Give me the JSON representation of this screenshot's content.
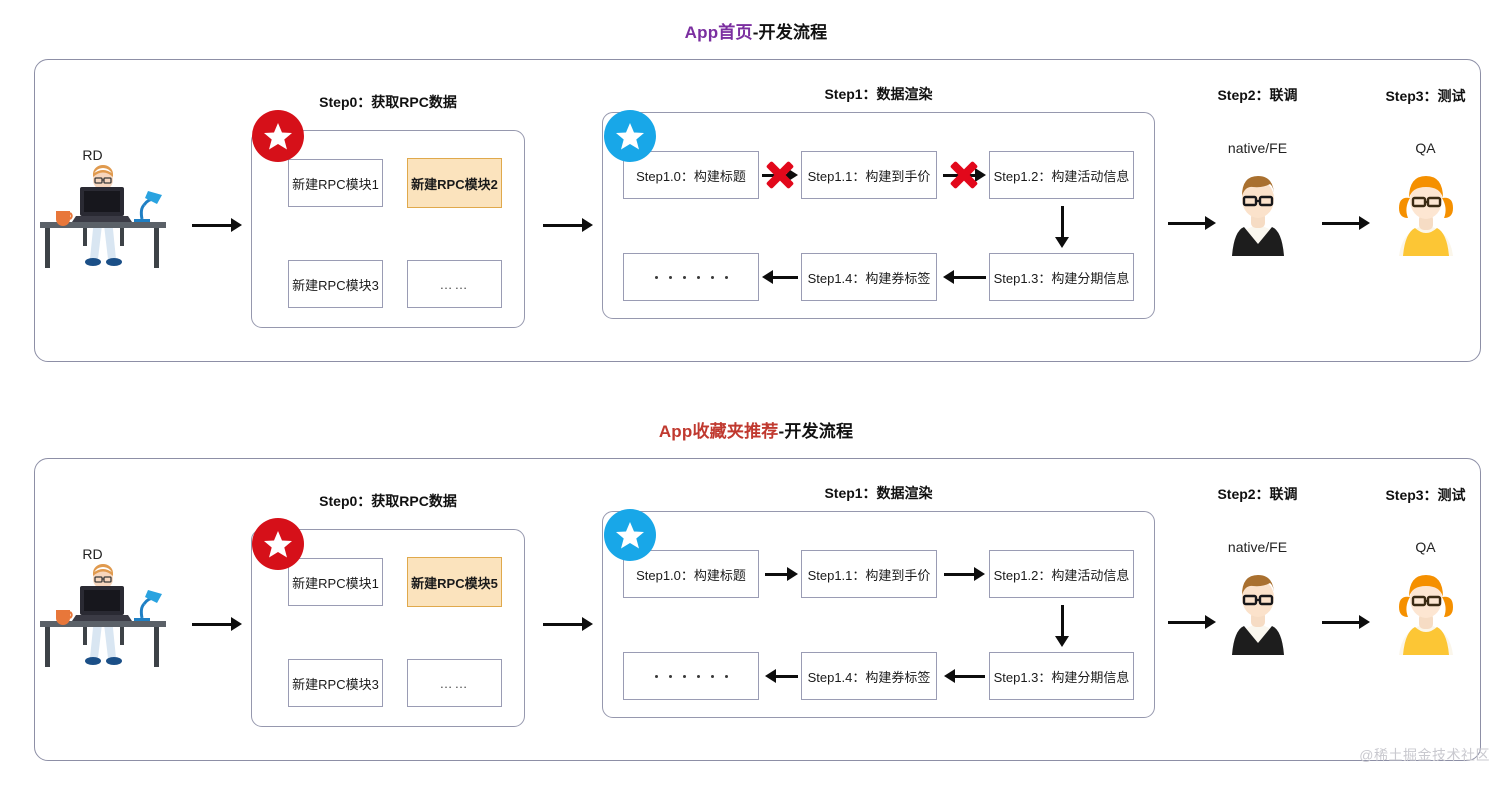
{
  "sections": [
    {
      "title_accent": "App首页",
      "title_rest": "-开发流程",
      "accent_color": "#7b2fa0",
      "role_start": "RD",
      "step0_header": "Step0：获取RPC数据",
      "step0_boxes": [
        "新建RPC模块1",
        "新建RPC模块2",
        "新建RPC模块3",
        "……"
      ],
      "step0_highlight_index": 1,
      "step1_header": "Step1：数据渲染",
      "step1_boxes": [
        "Step1.0：构建标题",
        "Step1.1：构建到手价",
        "Step1.2：构建活动信息",
        "Step1.3：构建分期信息",
        "Step1.4：构建券标签",
        "······"
      ],
      "blocked_links": [
        "step1.0-to-step1.1",
        "step1.1-to-step1.2"
      ],
      "step2_header": "Step2：联调",
      "step2_role": "native/FE",
      "step3_header": "Step3：测试",
      "step3_role": "QA"
    },
    {
      "title_accent": "App收藏夹推荐",
      "title_rest": "-开发流程",
      "accent_color": "#c0392f",
      "role_start": "RD",
      "step0_header": "Step0：获取RPC数据",
      "step0_boxes": [
        "新建RPC模块1",
        "新建RPC模块5",
        "新建RPC模块3",
        "……"
      ],
      "step0_highlight_index": 1,
      "step1_header": "Step1：数据渲染",
      "step1_boxes": [
        "Step1.0：构建标题",
        "Step1.1：构建到手价",
        "Step1.2：构建活动信息",
        "Step1.3：构建分期信息",
        "Step1.4：构建券标签",
        "······"
      ],
      "blocked_links": [],
      "step2_header": "Step2：联调",
      "step2_role": "native/FE",
      "step3_header": "Step3：测试",
      "step3_role": "QA"
    }
  ],
  "watermark": "@稀土掘金技术社区",
  "colors": {
    "panel_border": "#8d8fa6",
    "box_border": "#9a9cb4",
    "highlight_fill": "#fbe3bd",
    "highlight_border": "#e0a94c",
    "star_red": "#d61019",
    "star_blue": "#18a7e8",
    "x_red": "#e2081b",
    "arrow": "#0d0d0d"
  }
}
